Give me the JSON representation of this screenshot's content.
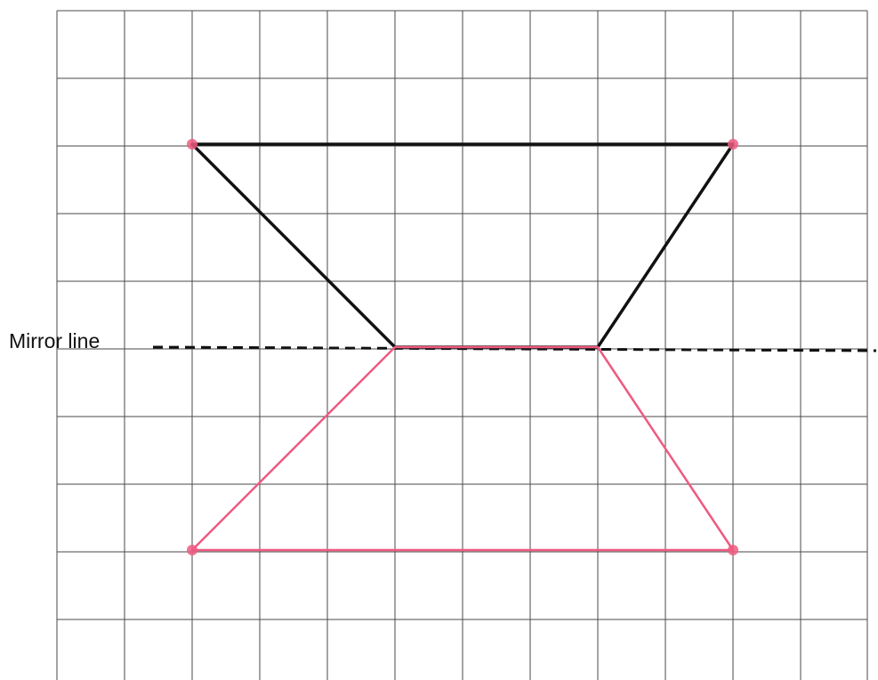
{
  "mirror_line_label": "Mirror line",
  "colors": {
    "grid": "#4a4a4a",
    "original_shape": "#111111",
    "reflected_shape": "#ee5a80",
    "vertex_dot": "#ee5a80",
    "mirror_line": "#111111"
  },
  "grid": {
    "columns": 12,
    "rows": 10
  },
  "mirror_line": {
    "y": 5
  },
  "original_shape": {
    "vertices": [
      [
        2,
        2
      ],
      [
        10,
        2
      ],
      [
        8,
        5
      ],
      [
        5,
        5
      ]
    ]
  },
  "reflected_shape": {
    "vertices": [
      [
        5,
        5
      ],
      [
        8,
        5
      ],
      [
        10,
        8
      ],
      [
        2,
        8
      ]
    ]
  }
}
